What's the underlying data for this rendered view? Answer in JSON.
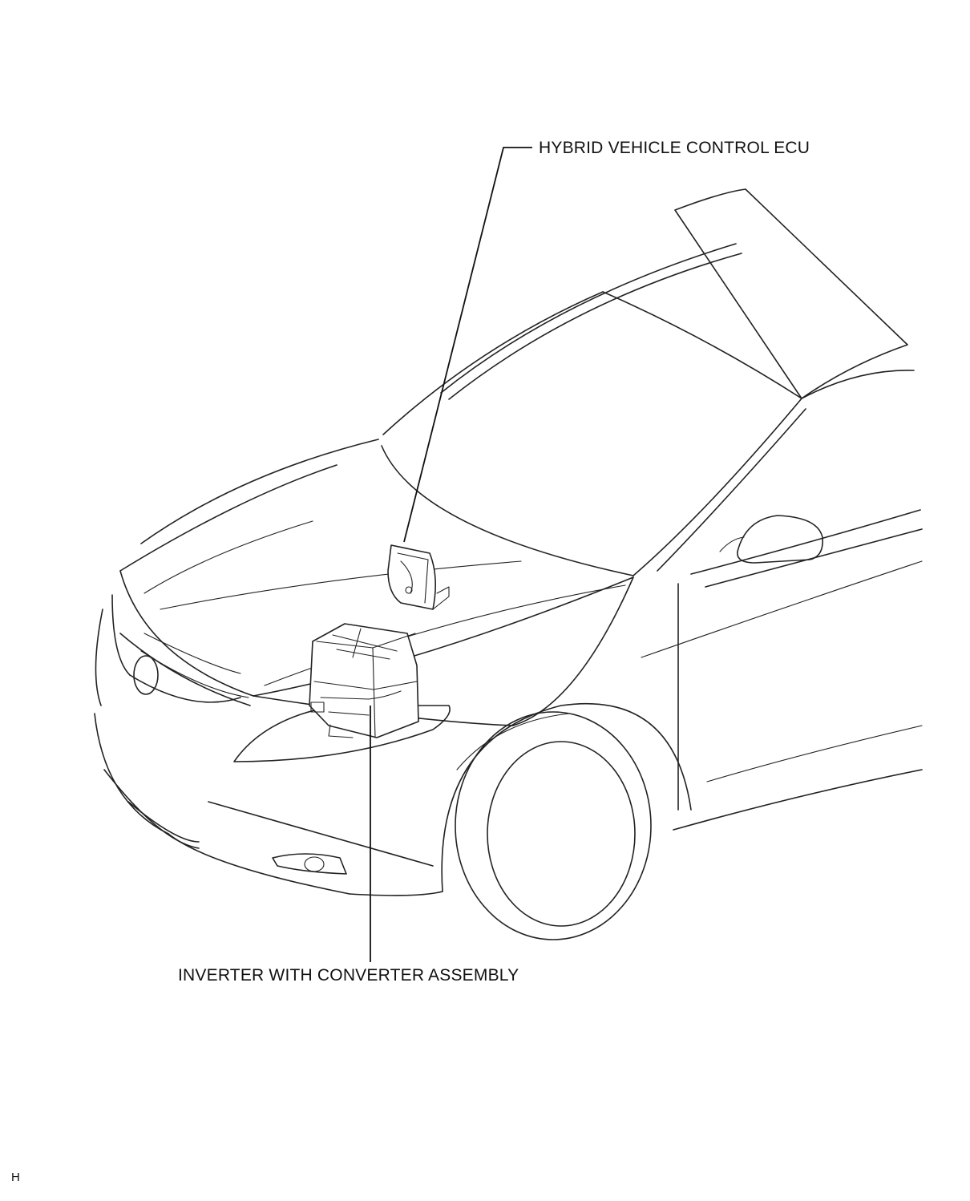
{
  "labels": {
    "ecu": "HYBRID VEHICLE CONTROL ECU",
    "inverter": "INVERTER WITH CONVERTER ASSEMBLY",
    "code": "H"
  },
  "colors": {
    "line": "#222222",
    "background": "#ffffff"
  }
}
